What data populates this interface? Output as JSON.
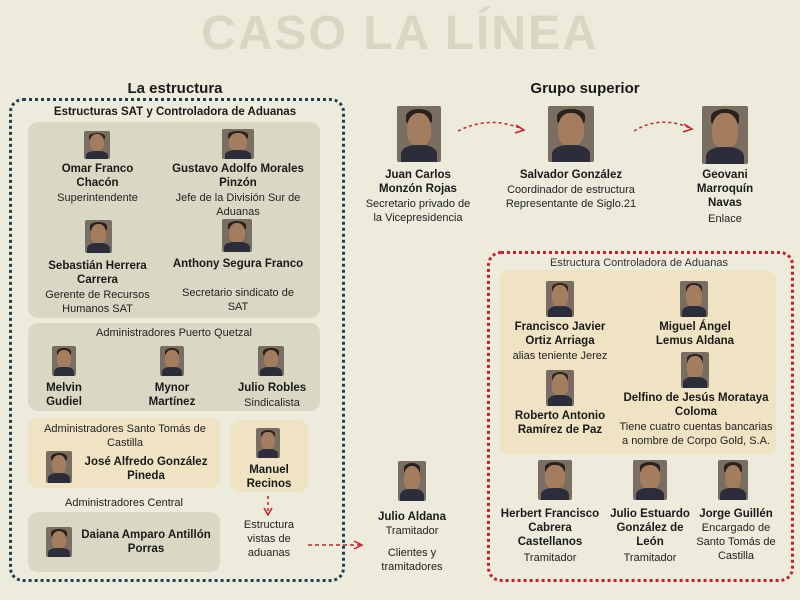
{
  "title": "CASO LA LÍNEA",
  "left": {
    "title": "La estructura",
    "sat_block": {
      "title": "Estructuras SAT y Controladora de Aduanas",
      "people": [
        {
          "name": "Omar Franco Chacón",
          "role": "Superintendente"
        },
        {
          "name": "Gustavo Adolfo Morales Pinzón",
          "role": "Jefe de la División Sur de Aduanas"
        },
        {
          "name": "Sebastián Herrera Carrera",
          "role": "Gerente de Recursos Humanos SAT"
        },
        {
          "name": "Anthony Segura Franco",
          "role": "Secretario sindicato de SAT"
        }
      ]
    },
    "quetzal": {
      "title": "Administradores Puerto Quetzal",
      "people": [
        {
          "name": "Melvin Gudiel",
          "role": ""
        },
        {
          "name": "Mynor Martínez",
          "role": ""
        },
        {
          "name": "Julio Robles",
          "role": "Sindicalista"
        }
      ]
    },
    "santo_tomas": {
      "title": "Administradores Santo Tomás de Castilla",
      "person": {
        "name": "José Alfredo González Pineda"
      }
    },
    "central": {
      "title": "Administradores Central",
      "person": {
        "name": "Daiana Amparo Antillón Porras"
      }
    },
    "manuel": {
      "name": "Manuel Recinos",
      "note": "Estructura vistas de aduanas"
    }
  },
  "center": {
    "julio": {
      "name": "Julio Aldana",
      "role": "Tramitador",
      "note": "Clientes y tramitadores"
    }
  },
  "right": {
    "title": "Grupo superior",
    "top": [
      {
        "name": "Juan Carlos Monzón Rojas",
        "role": "Secretario privado de la Vicepresidencia"
      },
      {
        "name": "Salvador González",
        "role": "Coordinador de estructura Representante de Siglo.21"
      },
      {
        "name": "Geovani Marroquín Navas",
        "role": "Enlace"
      }
    ],
    "controladora": {
      "title": "Estructura Controladora de Aduanas",
      "people": [
        {
          "name": "Francisco Javier Ortiz Arriaga",
          "role": "alias teniente Jerez"
        },
        {
          "name": "Miguel Ángel Lemus Aldana",
          "role": ""
        },
        {
          "name": "Roberto Antonio Ramírez de Paz",
          "role": ""
        },
        {
          "name": "Delfino de Jesús Morataya Coloma",
          "role": "Tiene cuatro cuentas bancarias a nombre de Corpo Gold, S.A."
        }
      ],
      "bottom": [
        {
          "name": "Herbert Francisco Cabrera Castellanos",
          "role": "Tramitador"
        },
        {
          "name": "Julio Estuardo González de León",
          "role": "Tramitador"
        },
        {
          "name": "Jorge Guillén",
          "role": "Encargado de Santo Tomás de Castilla"
        }
      ]
    }
  },
  "colors": {
    "accent_blue": "#1f4254",
    "accent_red": "#c8202a",
    "panel_gray": "#d9d8c4",
    "panel_tan": "#efe3c3"
  }
}
